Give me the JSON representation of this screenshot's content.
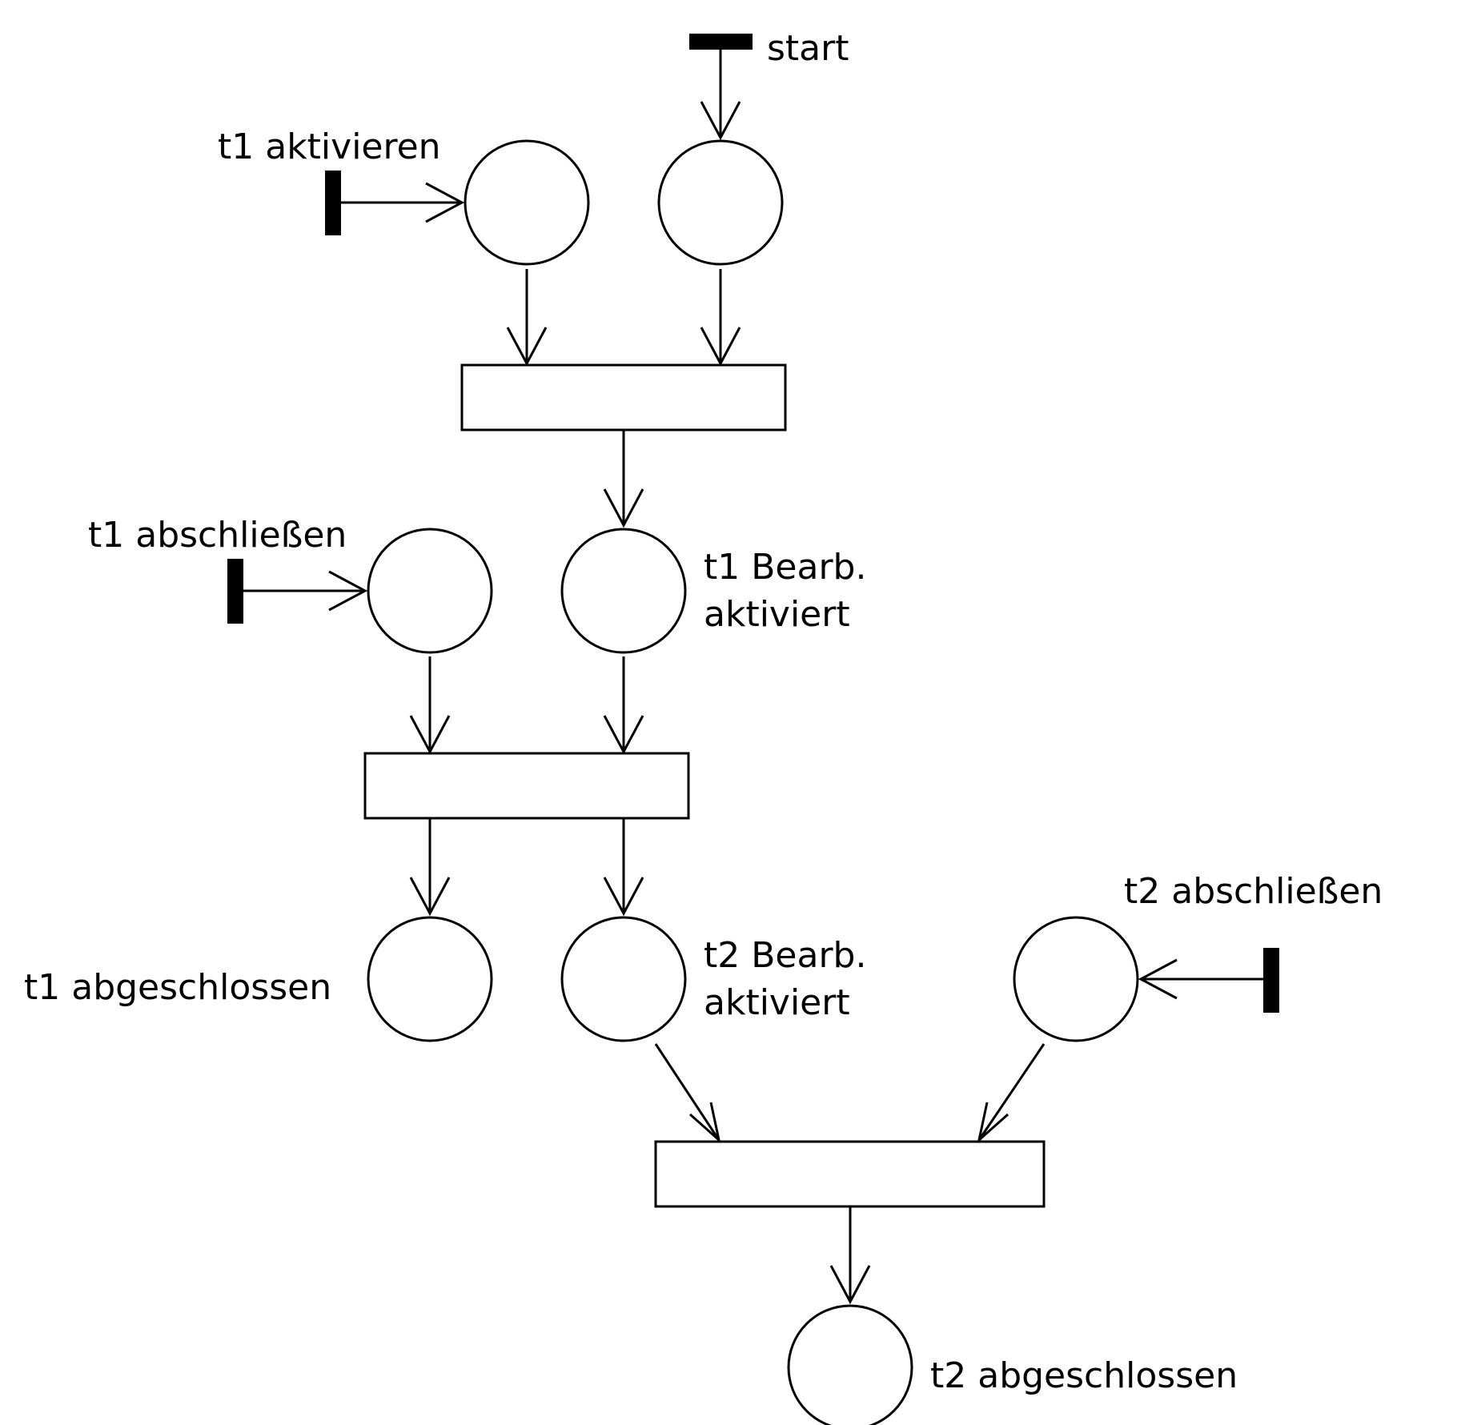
{
  "labels": {
    "start": "start",
    "t1_aktivieren": "t1 aktivieren",
    "t1_abschliessen": "t1 abschließen",
    "t1_bearb_line1": "t1 Bearb.",
    "t1_bearb_line2": "aktiviert",
    "t1_abgeschlossen": "t1 abgeschlossen",
    "t2_bearb_line1": "t2 Bearb.",
    "t2_bearb_line2": "aktiviert",
    "t2_abschliessen": "t2 abschließen",
    "t2_abgeschlossen": "t2 abgeschlossen"
  }
}
